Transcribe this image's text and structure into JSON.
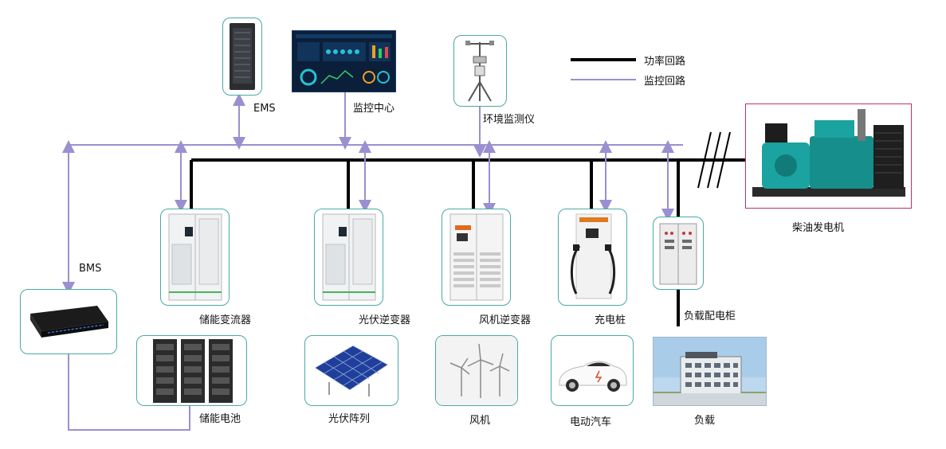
{
  "legend": {
    "power_loop": "功率回路",
    "monitor_loop": "监控回路"
  },
  "labels": {
    "ems": "EMS",
    "monitor_center": "监控中心",
    "env_monitor": "环境监测仪",
    "bms": "BMS",
    "storage_converter": "储能变流器",
    "pv_inverter": "光伏逆变器",
    "wind_inverter": "风机逆变器",
    "charging_pile": "充电桩",
    "load_cabinet": "负载配电柜",
    "diesel_generator": "柴油发电机",
    "storage_battery": "储能电池",
    "pv_array": "光伏阵列",
    "wind_turbine": "风机",
    "ev": "电动汽车",
    "load": "负载"
  },
  "colors": {
    "power_line": "#000000",
    "monitor_line": "#9b8fd0",
    "card_border": "#4aa9a4",
    "generator_border": "#c0306a",
    "generator_body": "#1aa3a0"
  }
}
